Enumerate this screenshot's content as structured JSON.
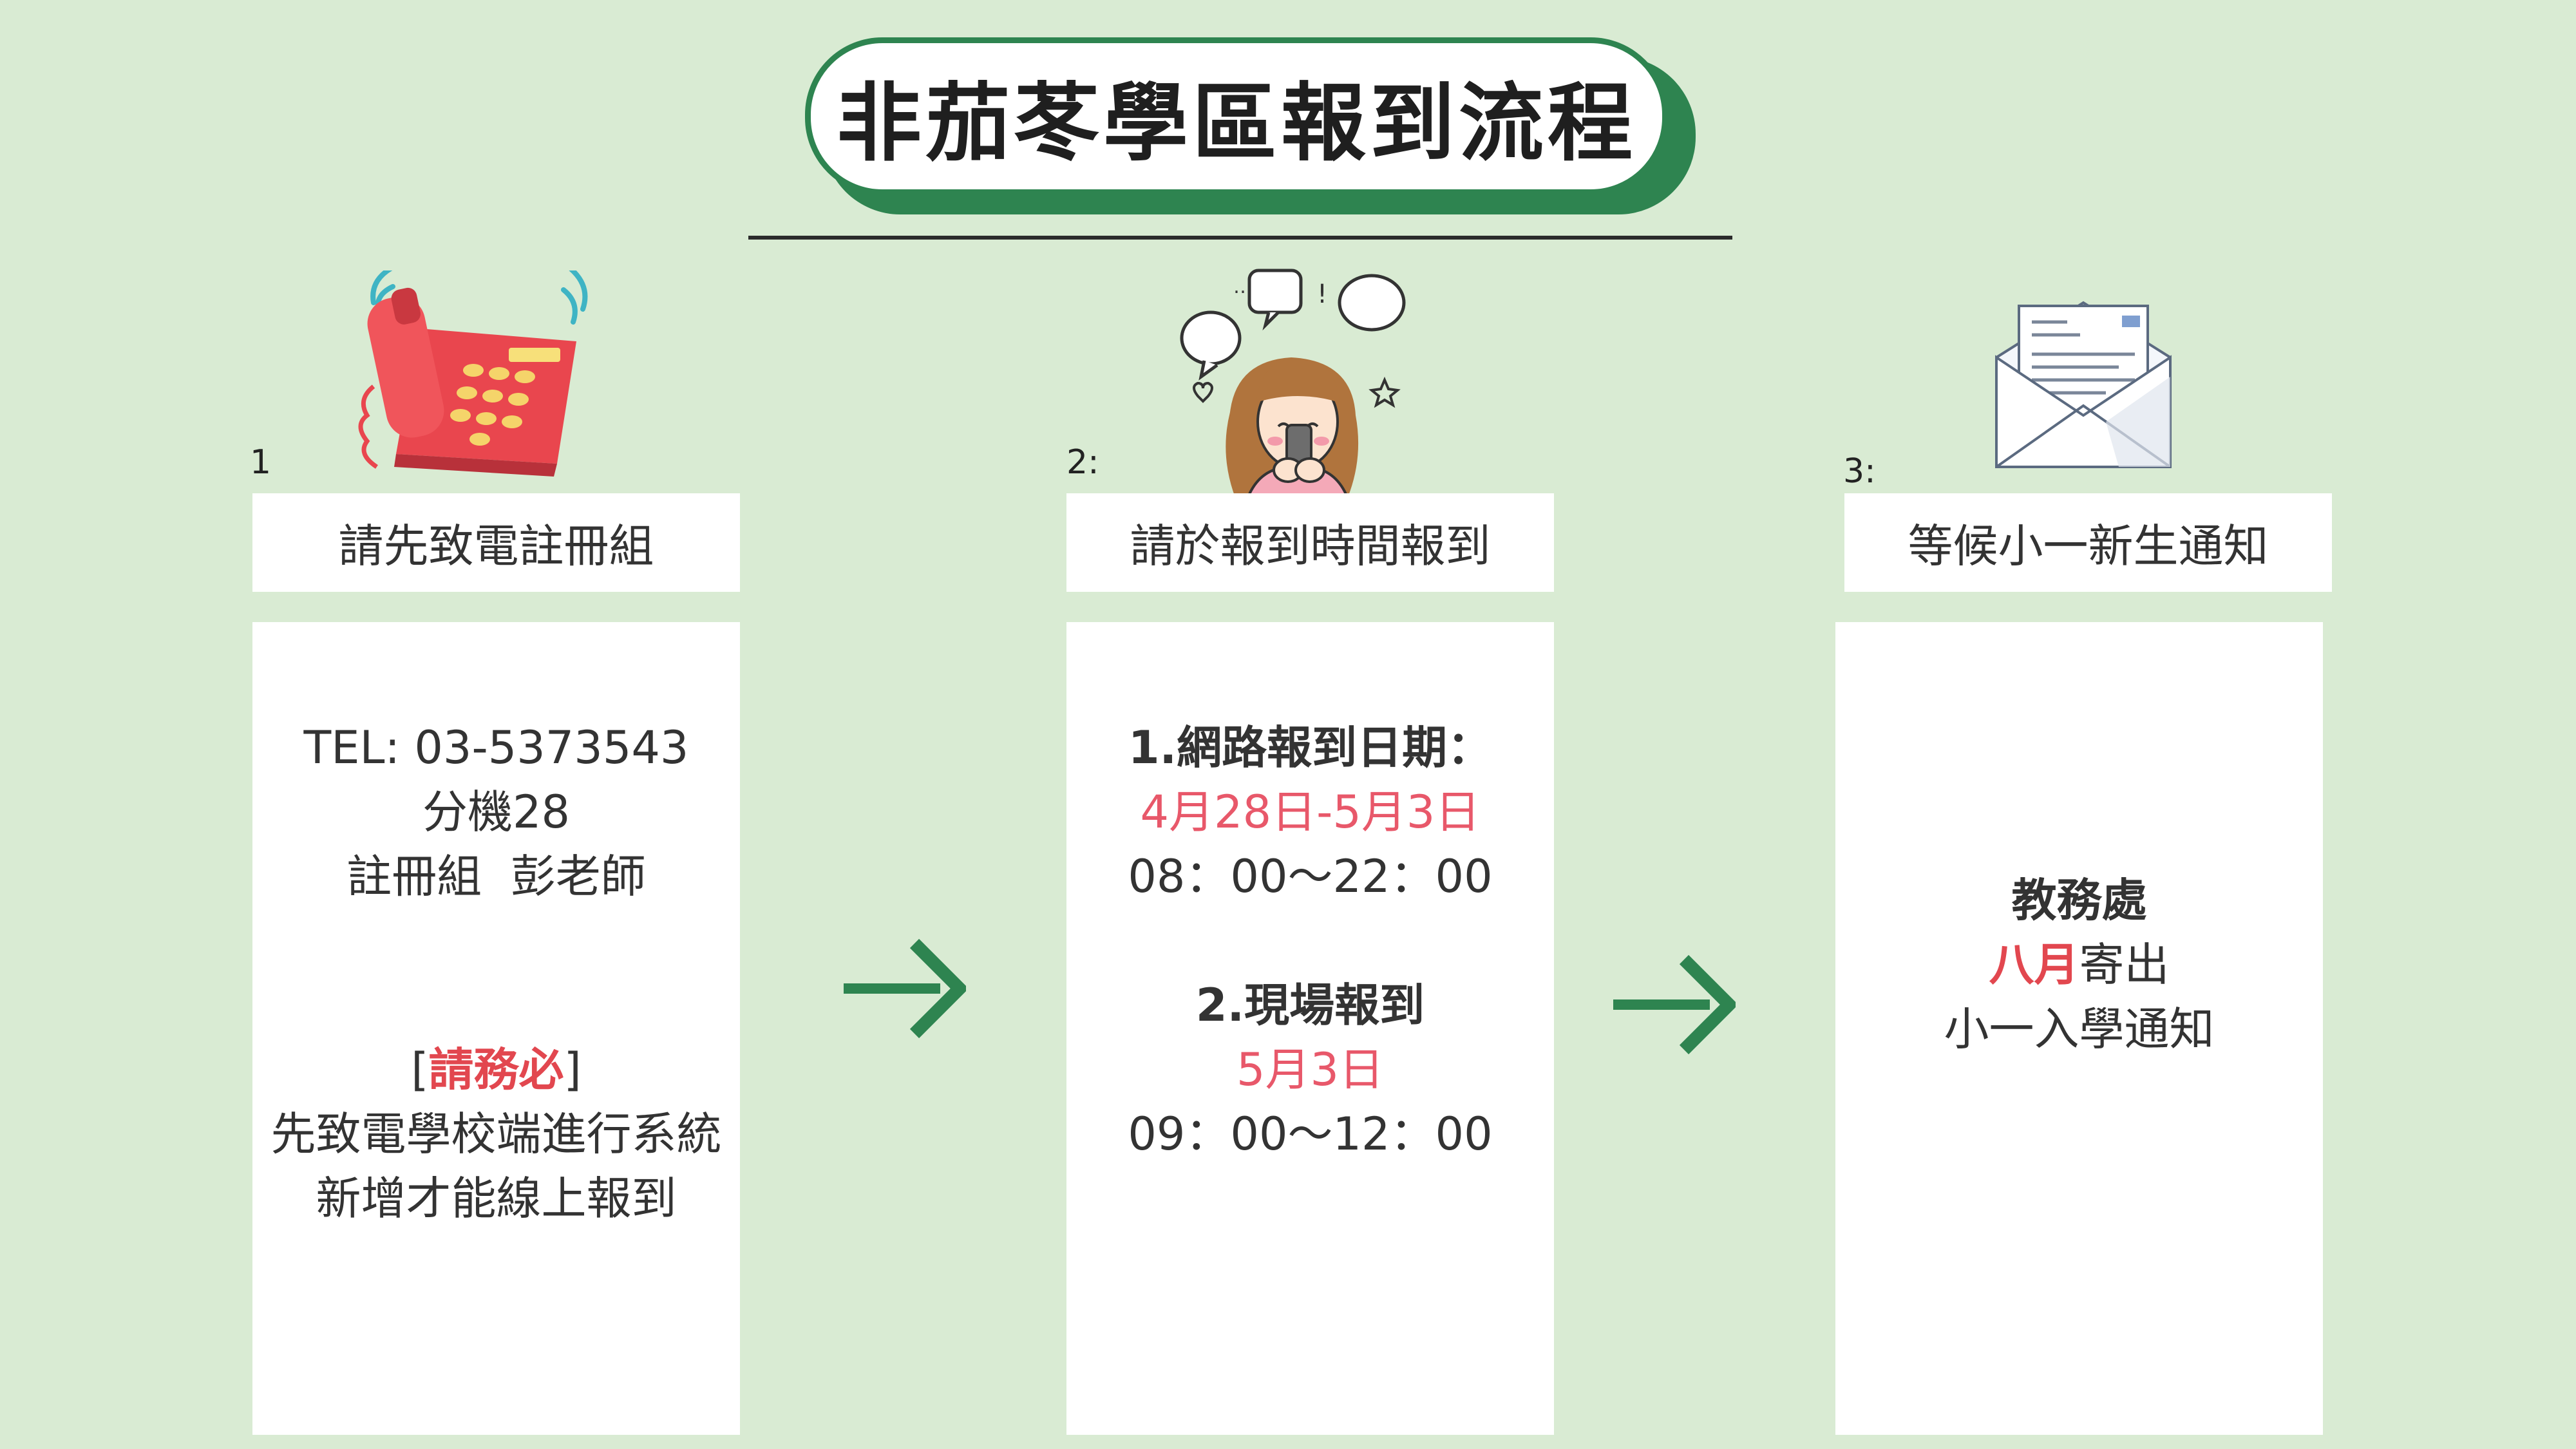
{
  "title": "非茄苳學區報到流程",
  "steps": [
    {
      "number": "1",
      "label": "請先致電註冊組",
      "icon": "telephone-icon",
      "content": {
        "tel": "TEL: 03-5373543",
        "extension": "分機28",
        "contact": "註冊組  彭老師",
        "notice_open": "[",
        "notice_emphasis": "請務必",
        "notice_close": "]",
        "notice_line1": "先致電學校端進行系統",
        "notice_line2": "新增才能線上報到"
      }
    },
    {
      "number": "2:",
      "label": "請於報到時間報到",
      "icon": "girl-with-phone-icon",
      "content": {
        "online_heading": "1.網路報到日期：",
        "online_dates": "4月28日-5月3日",
        "online_time": "08：00～22：00",
        "onsite_heading": "2.現場報到",
        "onsite_date": "5月3日",
        "onsite_time": "09：00～12：00"
      }
    },
    {
      "number": "3:",
      "label": "等候小一新生通知",
      "icon": "envelope-letter-icon",
      "content": {
        "office": "教務處",
        "month": "八月",
        "action": "寄出",
        "notice": "小一入學通知"
      }
    }
  ],
  "colors": {
    "background": "#d9ebd3",
    "accent_green": "#2e8450",
    "highlight_red": "#e8586a"
  }
}
